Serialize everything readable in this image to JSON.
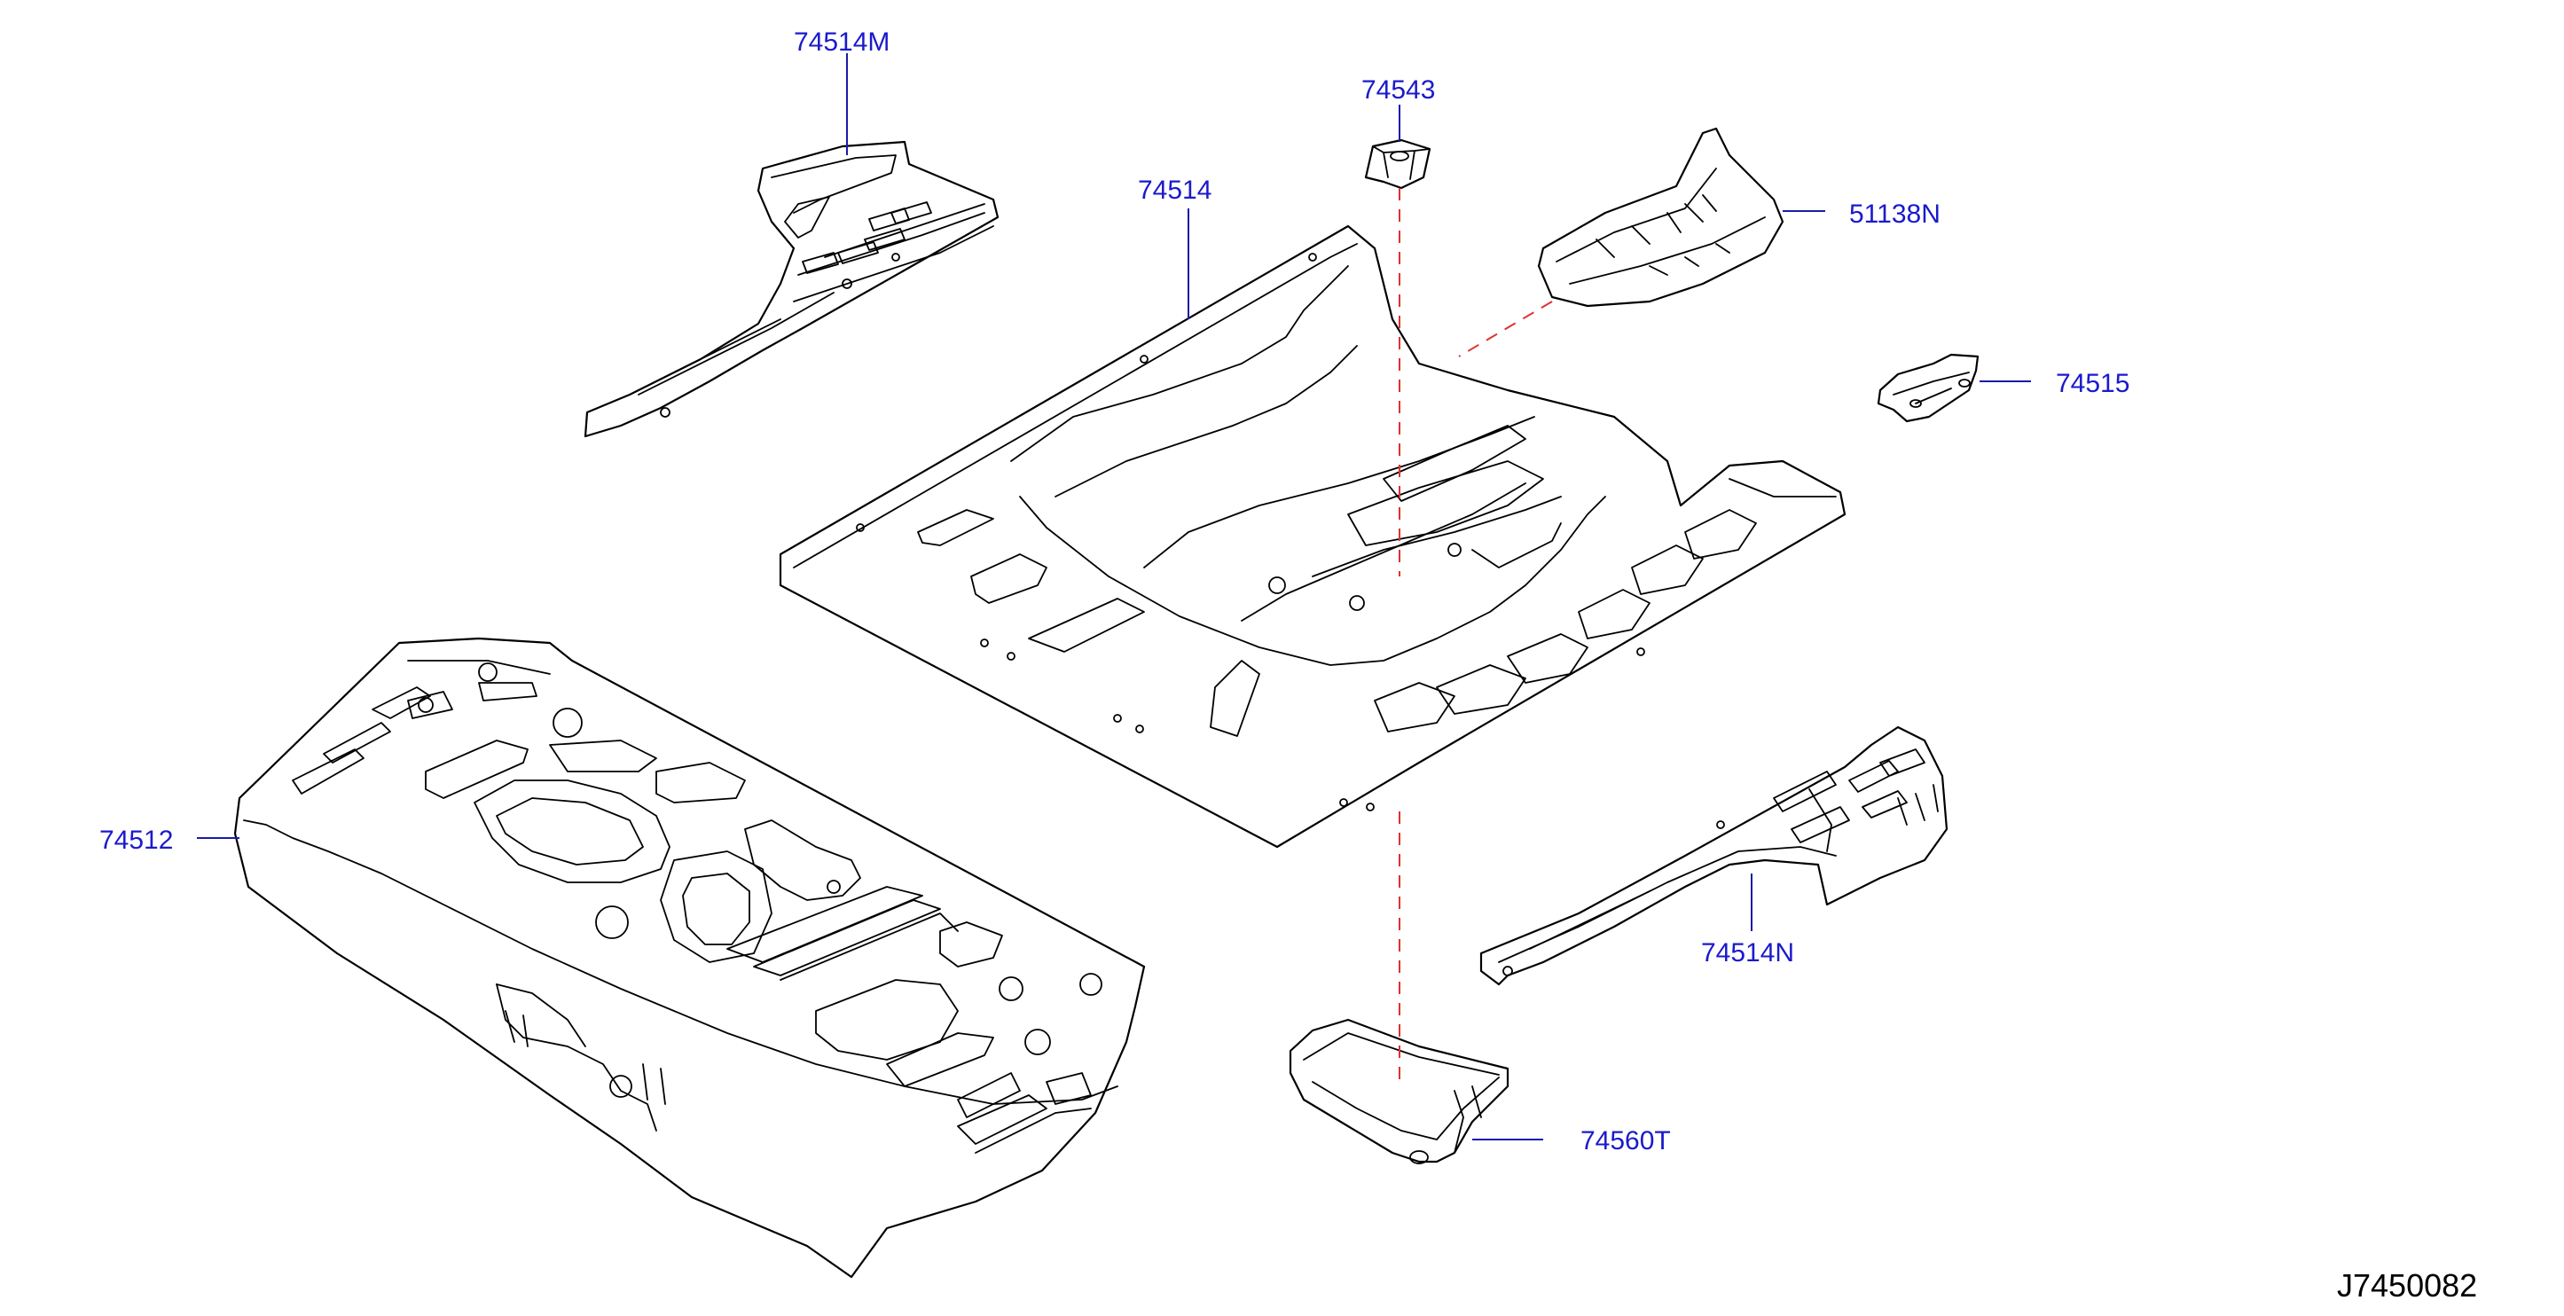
{
  "diagram_id": "J7450082",
  "callouts": {
    "p74514M": "74514M",
    "p74543": "74543",
    "p74514": "74514",
    "p51138N": "51138N",
    "p74515": "74515",
    "p74512": "74512",
    "p74514N": "74514N",
    "p74560T": "74560T"
  },
  "colors": {
    "callout_text": "#1a1acc",
    "leader_line": "#1a1aa8",
    "dashed_link": "#e03030",
    "outline": "#000000"
  }
}
